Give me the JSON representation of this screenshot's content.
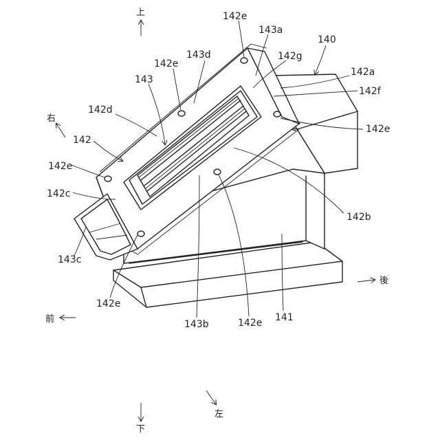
{
  "labels": {
    "l140": "140",
    "l141": "141",
    "l142": "142",
    "l142a": "142a",
    "l142b": "142b",
    "l142c": "142c",
    "l142d": "142d",
    "l142e_1": "142e",
    "l142e_2": "142e",
    "l142e_3": "142e",
    "l142e_4": "142e",
    "l142e_5": "142e",
    "l142e_6": "142e",
    "l142f": "142f",
    "l142g": "142g",
    "l143": "143",
    "l143a": "143a",
    "l143b": "143b",
    "l143c": "143c",
    "l143d": "143d"
  },
  "directions": {
    "up": "上",
    "down": "下",
    "right": "右",
    "left": "左",
    "front": "前",
    "back": "後"
  }
}
